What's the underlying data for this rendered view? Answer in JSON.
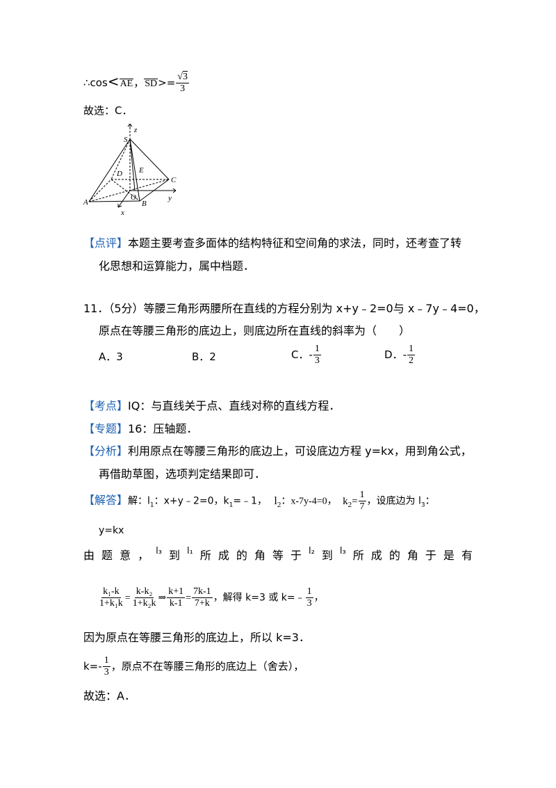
{
  "line1": {
    "prefix": "∴cos",
    "lt": "<",
    "vec1": "AE",
    "comma": "，",
    "vec2": "SD",
    "gt": ">=",
    "sqrt_num": "3",
    "den": "3"
  },
  "choice1": "故选：C．",
  "figure_labels": {
    "z": "z",
    "S": "S",
    "D": "D",
    "E": "E",
    "C": "C",
    "A": "A",
    "O": "O",
    "B": "B",
    "x": "x",
    "y": "y"
  },
  "comment": {
    "tag": "【点评】",
    "text1": "本题主要考查多面体的结构特征和空间角的求法，同时，还考查了转",
    "text2": "化思想和运算能力，属中档题．"
  },
  "question": {
    "line1": "11．（5分）等腰三角形两腰所在直线的方程分别为 x+y﹣2=0与 x﹣7y﹣4=0，",
    "line2": "原点在等腰三角形的底边上，则底边所在直线的斜率为（　　）",
    "optA": "A．3",
    "optB": "B．2",
    "optC_label": "C．",
    "optC_sign": "-",
    "optC_num": "1",
    "optC_den": "3",
    "optD_label": "D．",
    "optD_sign": "-",
    "optD_num": "1",
    "optD_den": "2"
  },
  "kaodian": {
    "tag": "【考点】",
    "text": "IQ：与直线关于点、直线对称的直线方程．"
  },
  "zhuanti": {
    "tag": "【专题】",
    "text": "16：压轴题．"
  },
  "fenxi": {
    "tag": "【分析】",
    "text1": "利用原点在等腰三角形的底边上，可设底边方程 y=kx，用到角公式，",
    "text2": "再借助草图，选项判定结果即可．"
  },
  "jieda": {
    "tag": "【解答】",
    "t1": "解：l",
    "s1": "1",
    "t2": "：x+y﹣2=0，k",
    "s2": "1",
    "t3": "=﹣1，",
    "l2": "l",
    "l2s": "2",
    "t4": "：x-7y-4=0，",
    "k2": "k",
    "k2s": "2",
    "eq": "=",
    "n": "1",
    "d": "7",
    "t5": "，设底边为 l",
    "s3": "3",
    "t6": "：",
    "line2": "y=kx"
  },
  "just": [
    "由",
    "题",
    "意",
    "，",
    "l₃",
    "到",
    "l₁",
    "所",
    "成",
    "的",
    "角",
    "等",
    "于",
    "l₂",
    "到",
    "l₃",
    "所",
    "成",
    "的",
    "角",
    "于",
    "是",
    "有"
  ],
  "formula": {
    "f1n": "k₁-k",
    "f1d": "1+k₁k",
    "eq": "=",
    "f2n": "k-k₂",
    "f2d": "1+k₂k",
    "imp": "⇒",
    "f3n": "k+1",
    "f3d": "k-1",
    "eq2": "=",
    "f4n": "7k-1",
    "f4d": "7+k",
    "text": "，解得 k=3 或 k=﹣",
    "rn": "1",
    "rd": "3",
    "tail": "，"
  },
  "because": "因为原点在等腰三角形的底边上，所以 k=3．",
  "kline": {
    "pre": "k=",
    "sign": "-",
    "n": "1",
    "d": "3",
    "text": "，原点不在等腰三角形的底边上（舍去），"
  },
  "choice2": "故选：A．"
}
